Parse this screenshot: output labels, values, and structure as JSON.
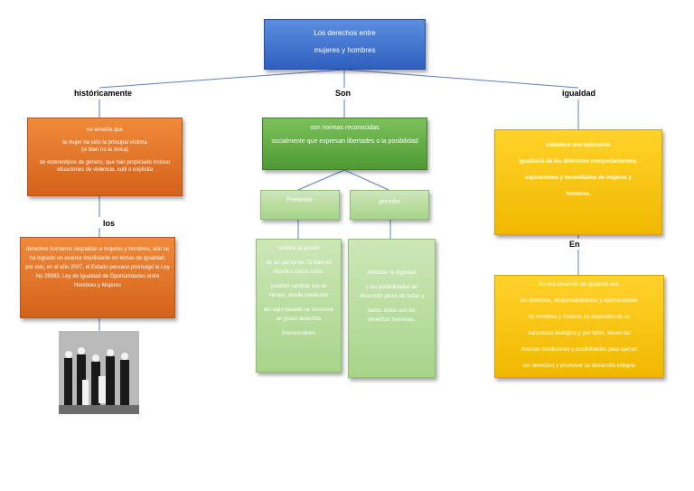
{
  "root": {
    "line1": "Los derechos entre",
    "line2": "mujeres y hombres"
  },
  "labels": {
    "historicamente": "históricamente",
    "son": "Son",
    "igualdad": "igualdad",
    "los": "los",
    "en": "En"
  },
  "left": {
    "box1": [
      "no enseña que",
      "la mujer ha sido la principal víctima",
      "(si bien no la única)",
      "de estereotipos de género, que han propiciado incluso situaciones de violencia, sutil o explícita"
    ],
    "box2": "derechos humanos respaldan a mujeres y hombres, aún se ha logrado un avance insuficiente en temas de igualdad; por eso, en el año 2007, el Estado peruano promulgó la Ley No 28983, Ley de Igualdad de Oportunidades entre Hombres y Mujeres"
  },
  "center": {
    "main": [
      "son normas reconocidas",
      "socialmente que expresan libertades o la posibilidad"
    ],
    "pretende": "Pretende",
    "permite": "permite",
    "box_left": [
      "orientar la acción",
      "de las personas. Si bien en muchos casos estos",
      "pueden cambiar con el tiempo, desde mediados",
      "del siglo pasado se reconoce un grupo derechos",
      "irrenunciables"
    ],
    "box_right": [
      "defender la dignidad",
      "y las posibilidades de desarrollo pleno de todas y",
      "todos: estos son los derechos humanos."
    ]
  },
  "right": {
    "box1": [
      "establece una valoración",
      "igualitaria de los diferentes comportamientos,",
      "aspiraciones y necesidades de mujeres y",
      "hombres."
    ],
    "box2": [
      "En una situación de igualdad real,",
      "los derechos, responsabilidades y oportunidades",
      "de hombres y mujeres no dependen de su",
      "naturaleza biológica y, por tanto, tienen las",
      "mismas condiciones y posibilidades para ejercer",
      "sus derechos y promover su desarrollo integral."
    ]
  },
  "colors": {
    "blue": "#3a6fd0",
    "orange": "#e07028",
    "green": "#5aa83e",
    "light_green": "#b8dc9c",
    "yellow": "#f5c000"
  }
}
